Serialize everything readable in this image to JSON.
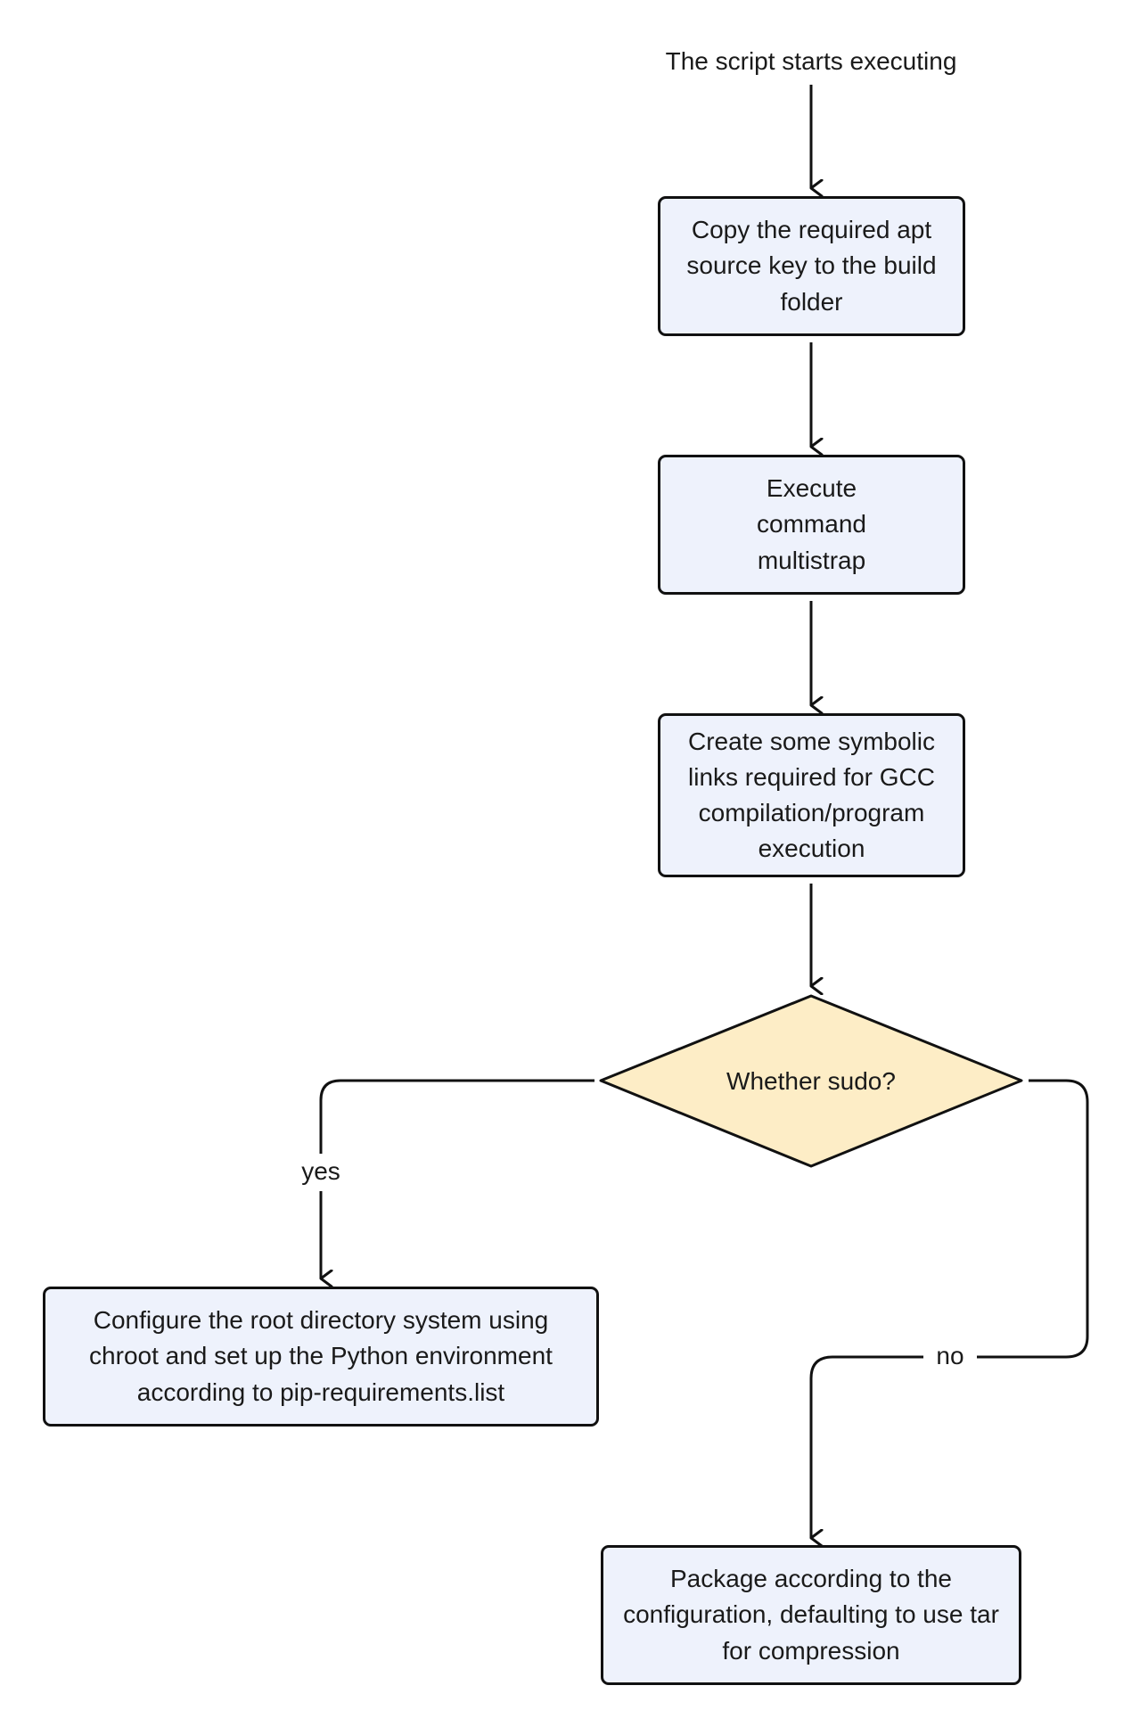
{
  "diagram": {
    "start_label": "The script starts executing",
    "nodes": {
      "copy_key": "Copy the required apt source key to the build folder",
      "multistrap": "Execute command multistrap",
      "symlinks": "Create some symbolic links required for GCC compilation/program execution",
      "decision": "Whether sudo?",
      "chroot": "Configure the root directory system using chroot and set up the Python environment according to pip-requirements.list",
      "package": "Package according to the configuration, defaulting to use tar for compression"
    },
    "edge_labels": {
      "yes": "yes",
      "no": "no"
    },
    "colors": {
      "process_fill": "#eef2fc",
      "decision_fill": "#fdedc6",
      "stroke": "#111111"
    }
  }
}
